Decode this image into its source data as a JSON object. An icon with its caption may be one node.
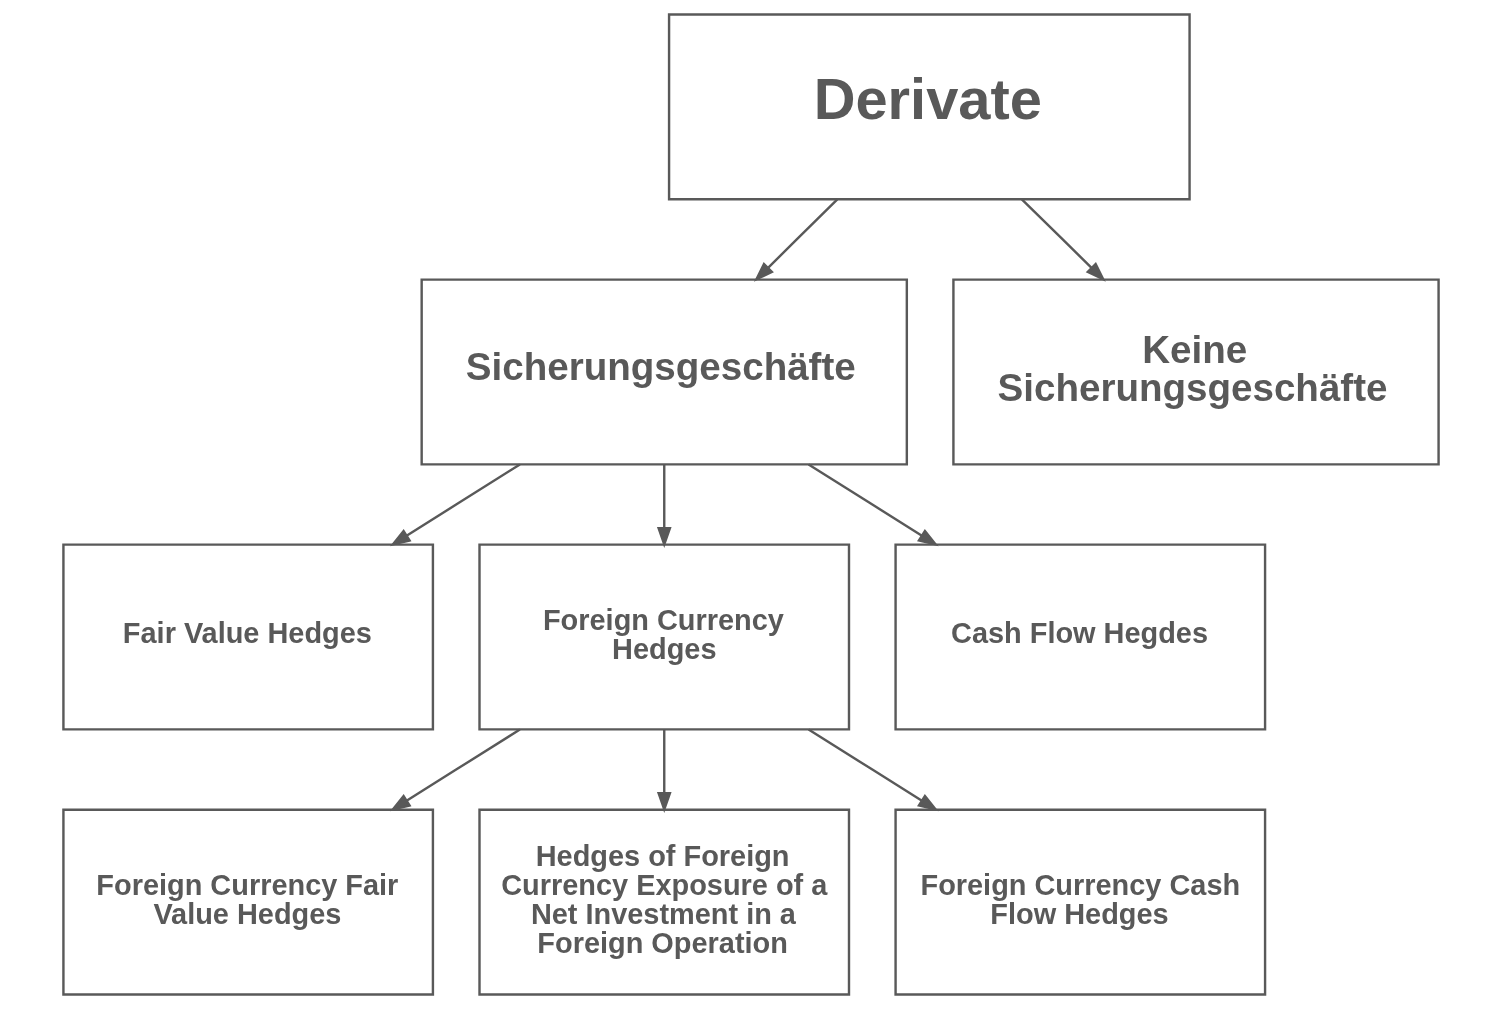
{
  "diagram": {
    "nodes": [
      {
        "text": [
          "Derivate"
        ]
      },
      {
        "text": [
          "Sicherungsgeschäfte"
        ]
      },
      {
        "text": [
          "Keine Sicherungsgeschäfte"
        ]
      },
      {
        "text": [
          "Fair Value Hedges"
        ]
      },
      {
        "text": [
          "Foreign Currency Hedges"
        ]
      },
      {
        "text": [
          "Cash Flow Hegdes"
        ]
      },
      {
        "text": [
          "Foreign Currency Fair Value Hedges"
        ]
      },
      {
        "text": [
          "Hedges of Foreign Currency Exposure of a Net Investment in a Foreign Operation"
        ]
      },
      {
        "text": [
          "Foreign Currency Cash Flow Hedges"
        ]
      }
    ],
    "edges": [
      {
        "from": 0,
        "to": 1,
        "arrow": "to"
      },
      {
        "from": 0,
        "to": 2,
        "arrow": "to"
      },
      {
        "from": 1,
        "to": 3,
        "arrow": "to"
      },
      {
        "from": 1,
        "to": 4,
        "arrow": "to"
      },
      {
        "from": 1,
        "to": 5,
        "arrow": "to"
      },
      {
        "from": 4,
        "to": 6,
        "arrow": "to"
      },
      {
        "from": 4,
        "to": 7,
        "arrow": "to"
      },
      {
        "from": 4,
        "to": 8,
        "arrow": "to"
      }
    ]
  }
}
